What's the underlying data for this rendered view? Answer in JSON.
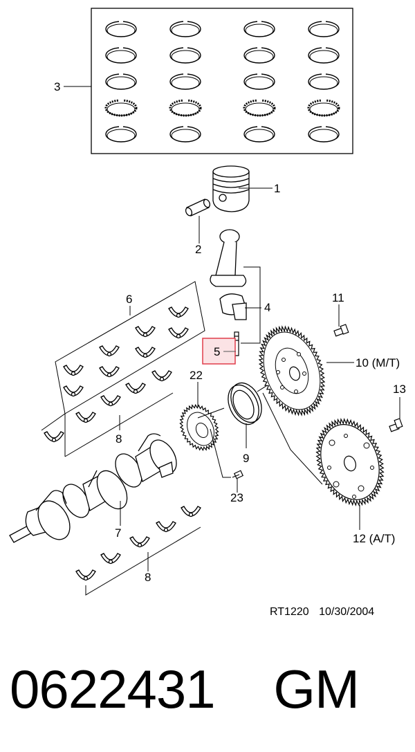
{
  "callouts": {
    "c1": "1",
    "c2": "2",
    "c3": "3",
    "c4": "4",
    "c5": "5",
    "c6": "6",
    "c7": "7",
    "c8a": "8",
    "c8b": "8",
    "c9": "9",
    "c10": "10 (M/T)",
    "c11": "11",
    "c12": "12 (A/T)",
    "c13": "13",
    "c22": "22",
    "c23": "23"
  },
  "highlight": {
    "callout": "5",
    "color": "#e03c4a",
    "fill": "#fbe3e5"
  },
  "reference": {
    "code": "RT1220",
    "date": "10/30/2004"
  },
  "part": {
    "number": "0622431",
    "brand": "GM"
  }
}
